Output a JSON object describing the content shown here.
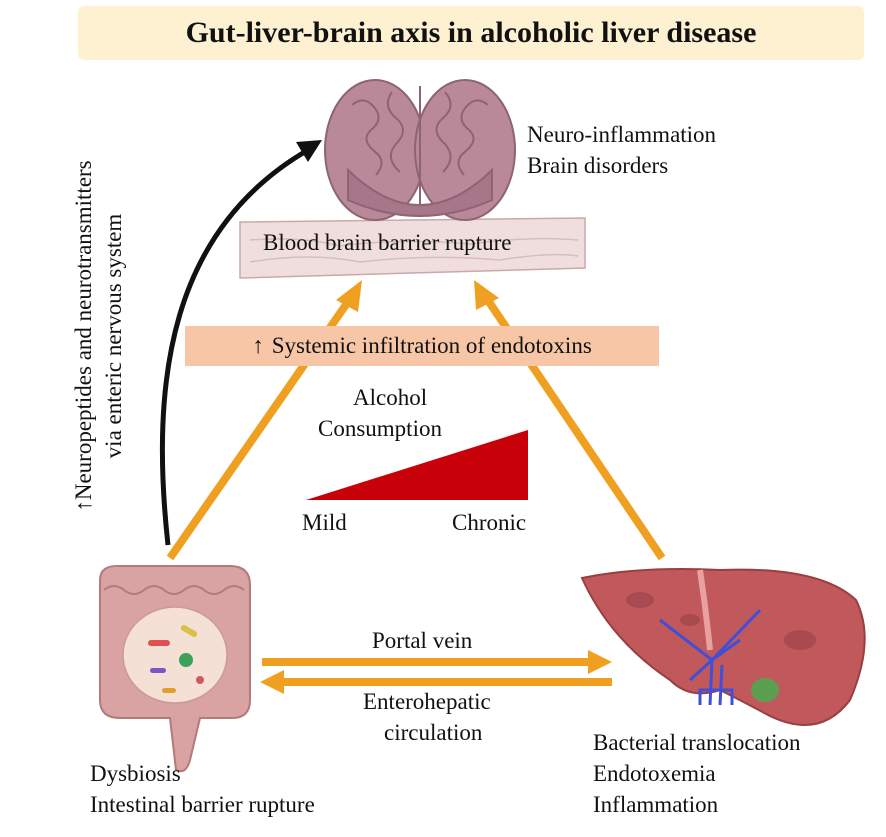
{
  "title": "Gut-liver-brain axis in alcoholic liver disease",
  "brain": {
    "line1": "Neuro-inflammation",
    "line2": "Brain disorders",
    "barrier": "Blood brain barrier rupture"
  },
  "systemic": {
    "arrow_glyph": "↑",
    "text": "Systemic infiltration of endotoxins"
  },
  "alcohol": {
    "line1": "Alcohol",
    "line2": "Consumption",
    "low": "Mild",
    "high": "Chronic"
  },
  "enteric": {
    "line1": "↑Neuropeptides and neurotransmitters",
    "line2": "via enteric nervous system"
  },
  "gut": {
    "line1": "Dysbiosis",
    "line2": "Intestinal barrier rupture"
  },
  "liver": {
    "line1": "Bacterial translocation",
    "line2": "Endotoxemia",
    "line3": "Inflammation"
  },
  "portal": {
    "top": "Portal vein",
    "bottom1": "Enterohepatic",
    "bottom2": "circulation"
  },
  "colors": {
    "arrow_orange": "#f0a020",
    "wedge_red": "#c8000a",
    "title_bg": "#fdf1d2",
    "systemic_bg": "#f6c6a6",
    "brain_pink": "#b9899a",
    "liver_red": "#c0585c",
    "gut_pink": "#d9a3a3",
    "vessel_blue": "#3f4fd8"
  }
}
